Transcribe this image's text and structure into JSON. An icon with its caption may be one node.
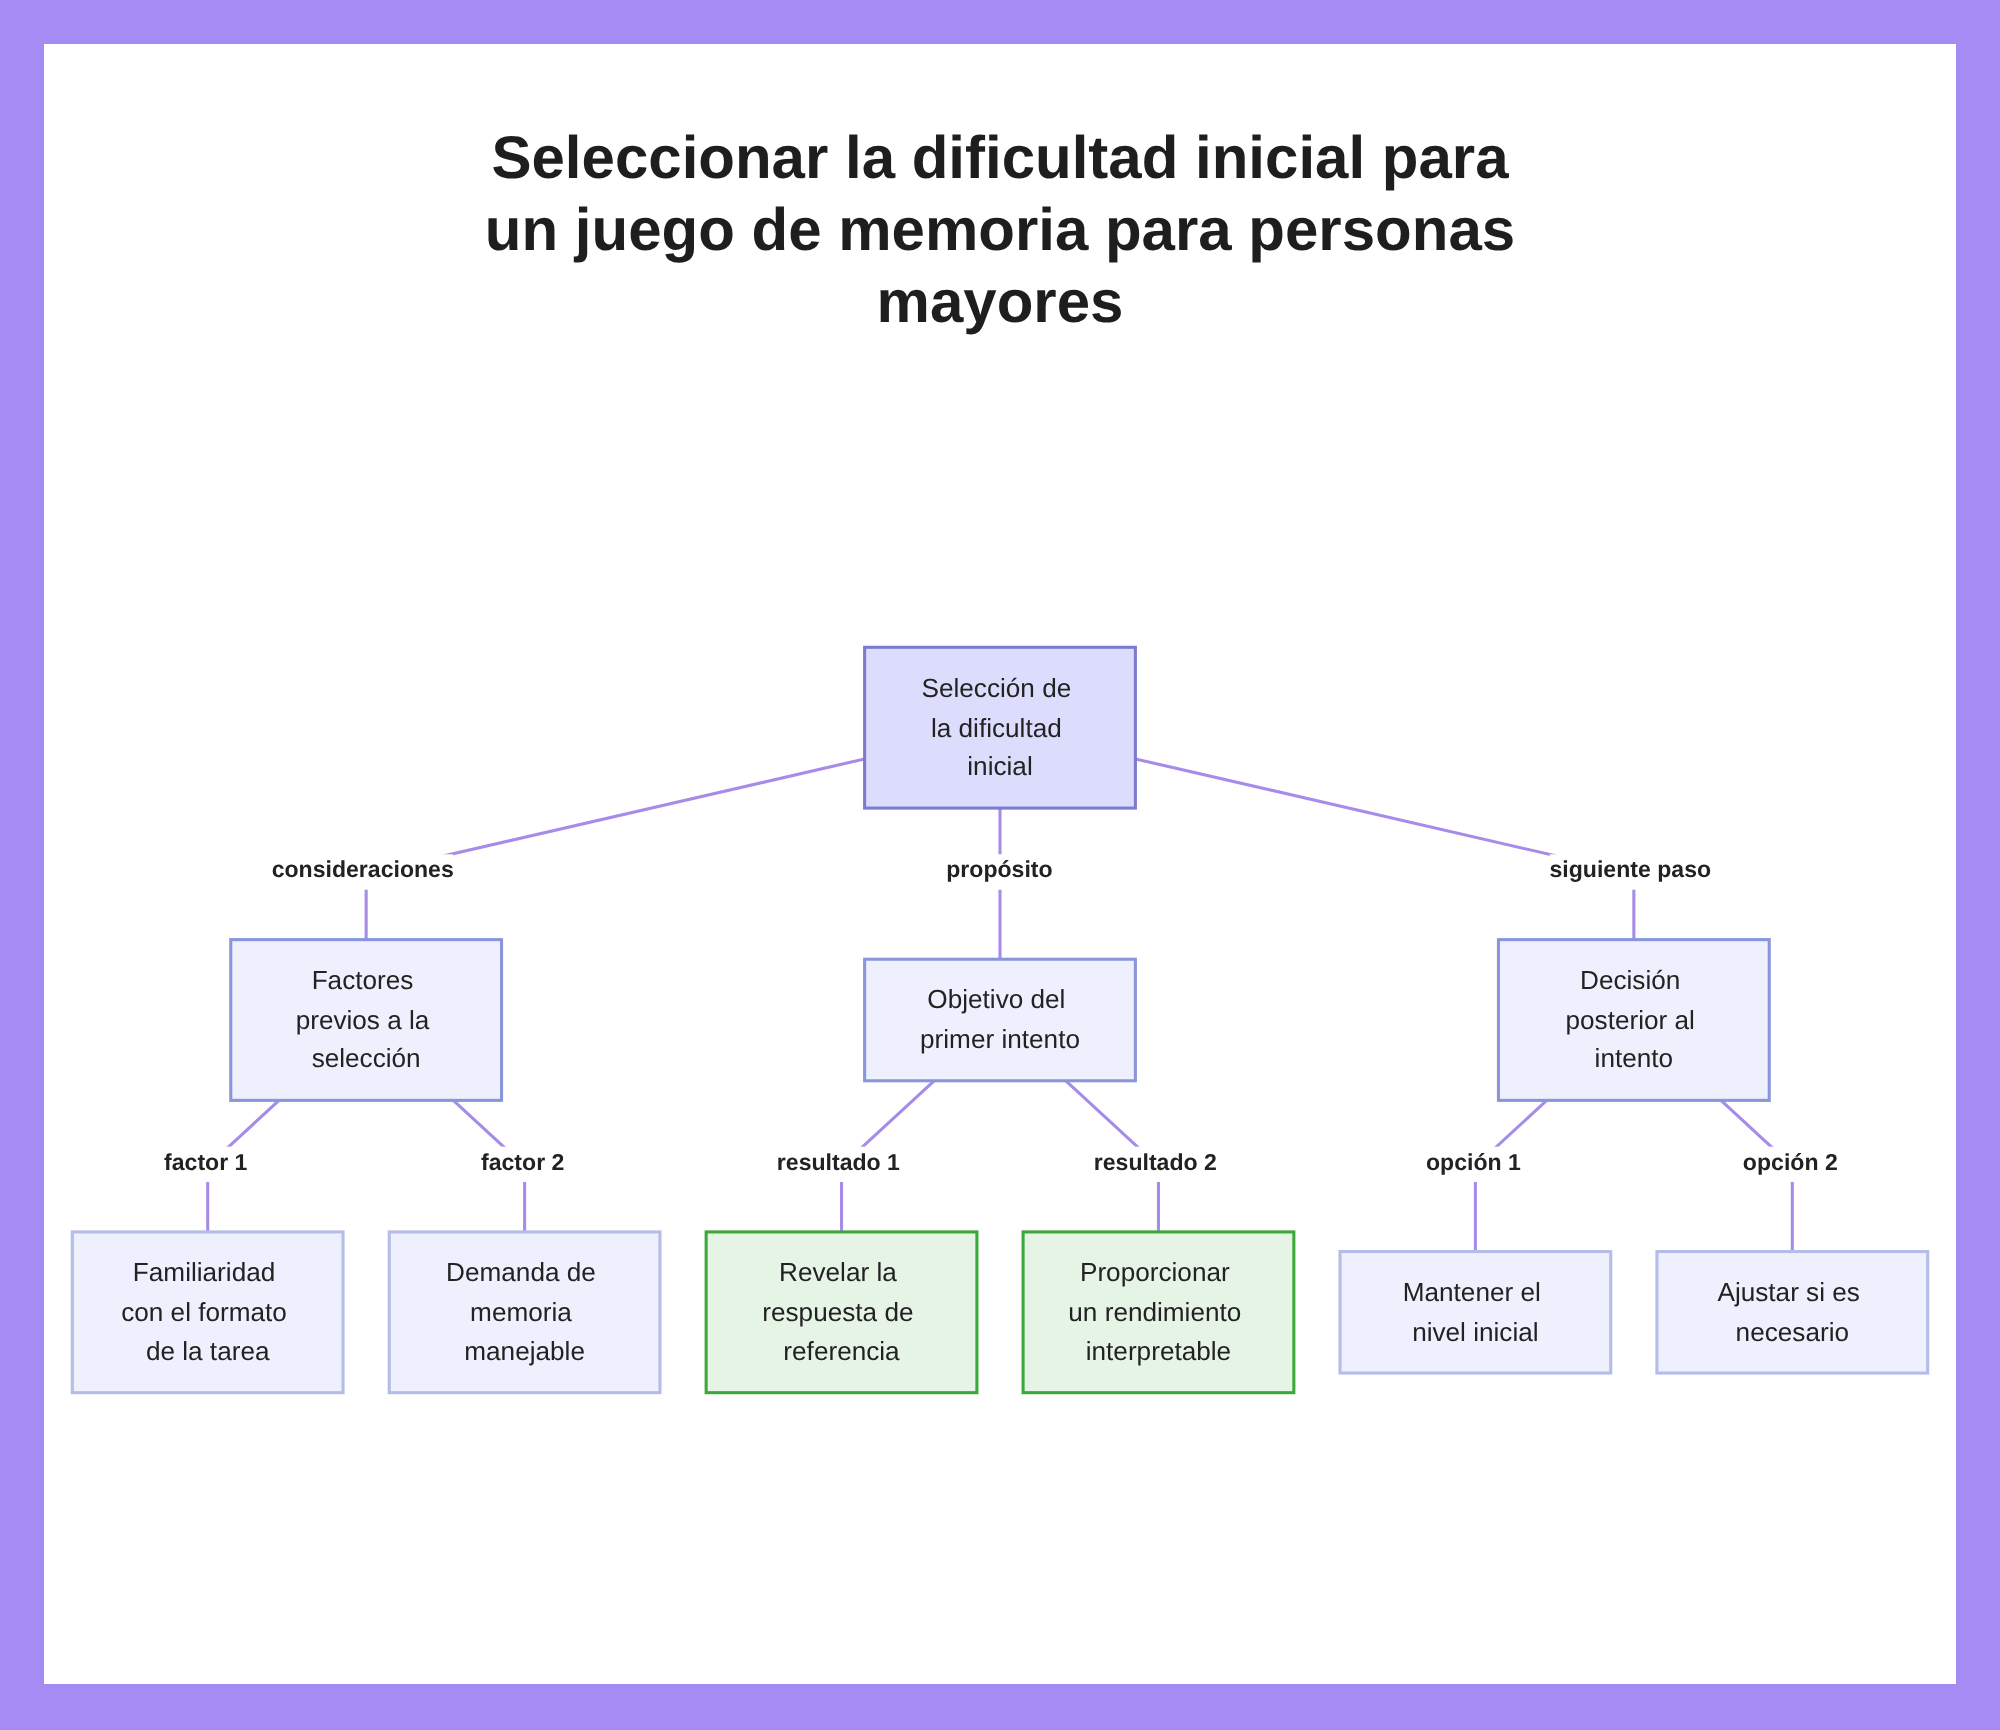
{
  "diagram": {
    "title": "Seleccionar la dificultad inicial para un juego de memoria para personas mayores",
    "nodes": [
      {
        "text": [
          "Selección de la dificultad inicial"
        ]
      },
      {
        "text": [
          "Factores previos a la selección"
        ]
      },
      {
        "text": [
          "Objetivo del primer intento"
        ]
      },
      {
        "text": [
          "Decisión posterior al intento"
        ]
      },
      {
        "text": [
          "Familiaridad con el formato de la tarea"
        ]
      },
      {
        "text": [
          "Demanda de memoria manejable"
        ]
      },
      {
        "text": [
          "Revelar la respuesta de referencia"
        ]
      },
      {
        "text": [
          "Proporcionar un rendimiento interpretable"
        ]
      },
      {
        "text": [
          "Mantener el nivel inicial"
        ]
      },
      {
        "text": [
          "Ajustar si es necesario"
        ]
      }
    ],
    "edges": [
      {
        "from": 0,
        "to": 1,
        "arrow": "none",
        "label": "consideraciones"
      },
      {
        "from": 0,
        "to": 2,
        "arrow": "none",
        "label": "propósito"
      },
      {
        "from": 0,
        "to": 3,
        "arrow": "none",
        "label": "siguiente paso"
      },
      {
        "from": 1,
        "to": 4,
        "arrow": "none",
        "label": "factor 1"
      },
      {
        "from": 1,
        "to": 5,
        "arrow": "none",
        "label": "factor 2"
      },
      {
        "from": 2,
        "to": 6,
        "arrow": "none",
        "label": "resultado 1"
      },
      {
        "from": 2,
        "to": 7,
        "arrow": "none",
        "label": "resultado 2"
      },
      {
        "from": 3,
        "to": 8,
        "arrow": "none",
        "label": "opción 1"
      },
      {
        "from": 3,
        "to": 9,
        "arrow": "none",
        "label": "opción 2"
      }
    ]
  }
}
